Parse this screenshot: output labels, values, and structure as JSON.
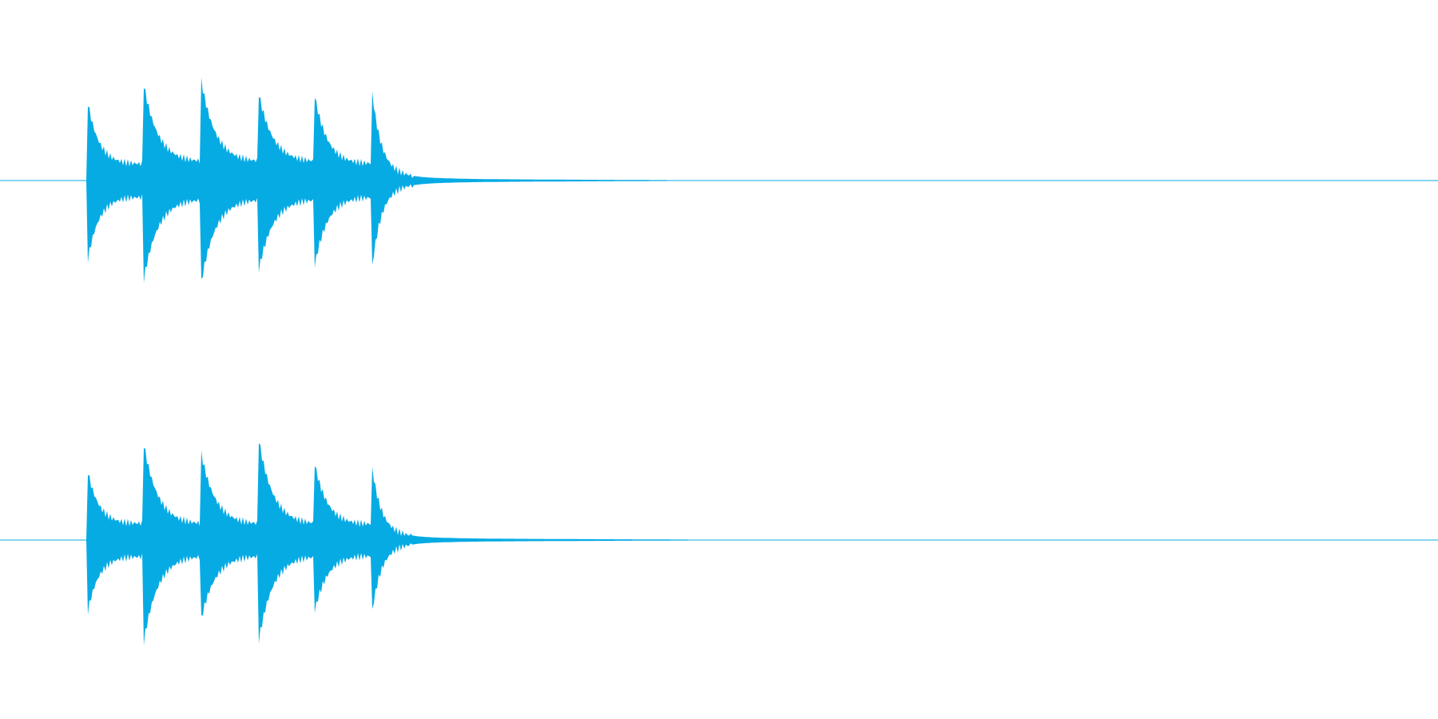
{
  "colors": {
    "background": "#ffffff",
    "waveform": "#07abe4",
    "centerline": "#07abe4"
  },
  "waveform": {
    "channel_count": 2,
    "duration_fraction_visible": 1.0,
    "channels": [
      {
        "id": "left",
        "hits": [
          {
            "t": 0.061,
            "peak": 0.82,
            "low": 0.83,
            "sustain": 0.15,
            "decay": 0.008
          },
          {
            "t": 0.1,
            "peak": 1.0,
            "low": 1.03,
            "sustain": 0.17,
            "decay": 0.01
          },
          {
            "t": 0.14,
            "peak": 1.04,
            "low": 1.06,
            "sustain": 0.17,
            "decay": 0.01
          },
          {
            "t": 0.179,
            "peak": 0.98,
            "low": 1.01,
            "sustain": 0.17,
            "decay": 0.01
          },
          {
            "t": 0.218,
            "peak": 0.96,
            "low": 0.96,
            "sustain": 0.15,
            "decay": 0.009
          },
          {
            "t": 0.258,
            "peak": 1.04,
            "low": 1.02,
            "sustain": 0.13,
            "decay": 0.009
          }
        ],
        "tail_end": 0.53
      },
      {
        "id": "right",
        "hits": [
          {
            "t": 0.061,
            "peak": 0.72,
            "low": 0.75,
            "sustain": 0.15,
            "decay": 0.008
          },
          {
            "t": 0.1,
            "peak": 1.0,
            "low": 1.06,
            "sustain": 0.14,
            "decay": 0.01
          },
          {
            "t": 0.14,
            "peak": 0.9,
            "low": 0.82,
            "sustain": 0.14,
            "decay": 0.01
          },
          {
            "t": 0.179,
            "peak": 1.14,
            "low": 1.14,
            "sustain": 0.14,
            "decay": 0.01
          },
          {
            "t": 0.218,
            "peak": 0.86,
            "low": 0.8,
            "sustain": 0.14,
            "decay": 0.009
          },
          {
            "t": 0.258,
            "peak": 0.85,
            "low": 0.84,
            "sustain": 0.12,
            "decay": 0.009
          }
        ],
        "tail_end": 0.55
      }
    ]
  }
}
